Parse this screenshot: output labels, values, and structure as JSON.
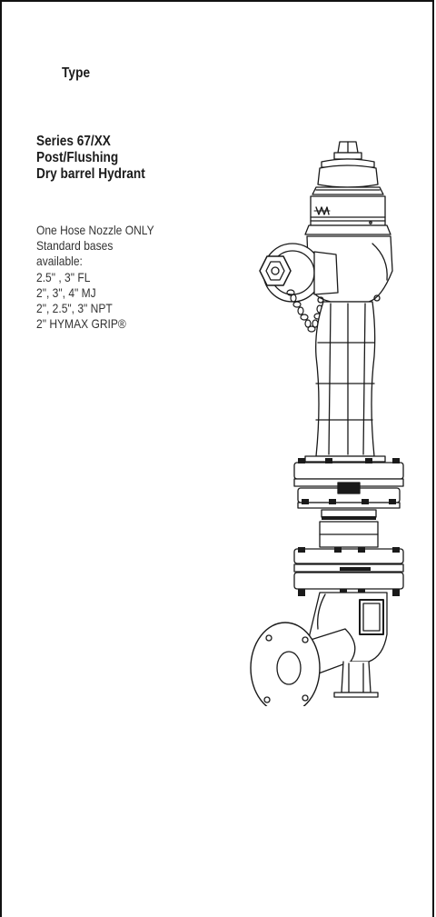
{
  "type_heading": "Type",
  "series": {
    "title_lines": [
      "Series 67/XX",
      "Post/Flushing",
      "Dry barrel Hydrant"
    ]
  },
  "description": {
    "lines": [
      "One Hose Nozzle ONLY",
      "Standard bases",
      "available:",
      "2.5\" , 3\" FL",
      "2\", 3\", 4\" MJ",
      "2\", 2.5\", 3\" NPT",
      "2\" HYMAX GRIP®"
    ]
  },
  "colors": {
    "border": "#111111",
    "line_art": "#1a1a1a"
  }
}
